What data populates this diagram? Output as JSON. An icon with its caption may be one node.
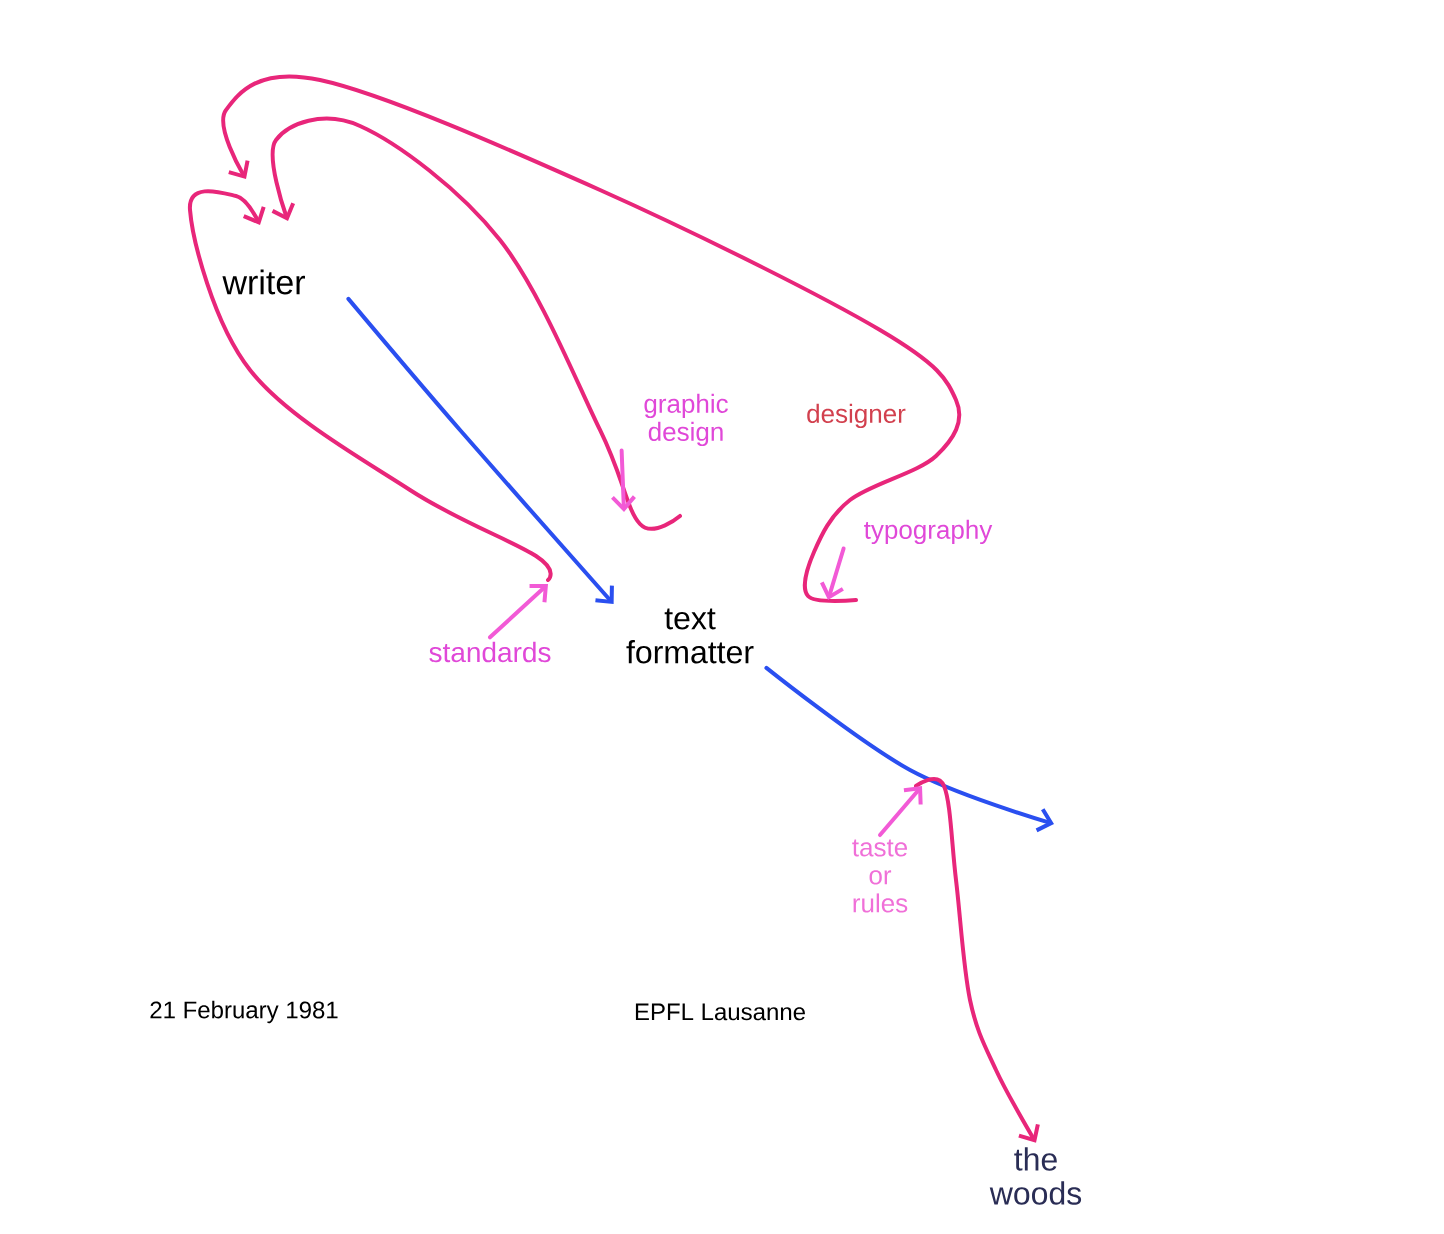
{
  "diagram": {
    "nodes": [
      {
        "text": [
          "writer"
        ]
      },
      {
        "text": [
          "text formatter"
        ]
      },
      {
        "text": [
          "graphic design"
        ]
      },
      {
        "text": [
          "designer"
        ]
      },
      {
        "text": [
          "typography"
        ]
      },
      {
        "text": [
          "standards"
        ]
      },
      {
        "text": [
          "taste or rules"
        ]
      },
      {
        "text": [
          "the woods"
        ]
      }
    ],
    "edges": [
      {
        "from": 0,
        "to": 1,
        "arrow": "to",
        "color": "#2a4ff0"
      },
      {
        "from": 1,
        "to": null,
        "arrow": "to",
        "color": "#2a4ff0"
      },
      {
        "from": null,
        "to": 0,
        "arrow": "to"
      },
      {
        "from": null,
        "to": 0,
        "arrow": "to"
      },
      {
        "from": null,
        "to": 0,
        "arrow": "to"
      },
      {
        "from": null,
        "to": 7,
        "arrow": "to"
      },
      {
        "from": 5,
        "to": null,
        "arrow": "to",
        "color": "#f25ad6"
      },
      {
        "from": 2,
        "to": null,
        "arrow": "to",
        "color": "#f25ad6"
      },
      {
        "from": 4,
        "to": null,
        "arrow": "to",
        "color": "#f25ad6"
      },
      {
        "from": 6,
        "to": null,
        "arrow": "to",
        "color": "#f25ad6"
      }
    ],
    "labels": [
      "21 February 1981",
      "EPFL Lausanne"
    ]
  }
}
